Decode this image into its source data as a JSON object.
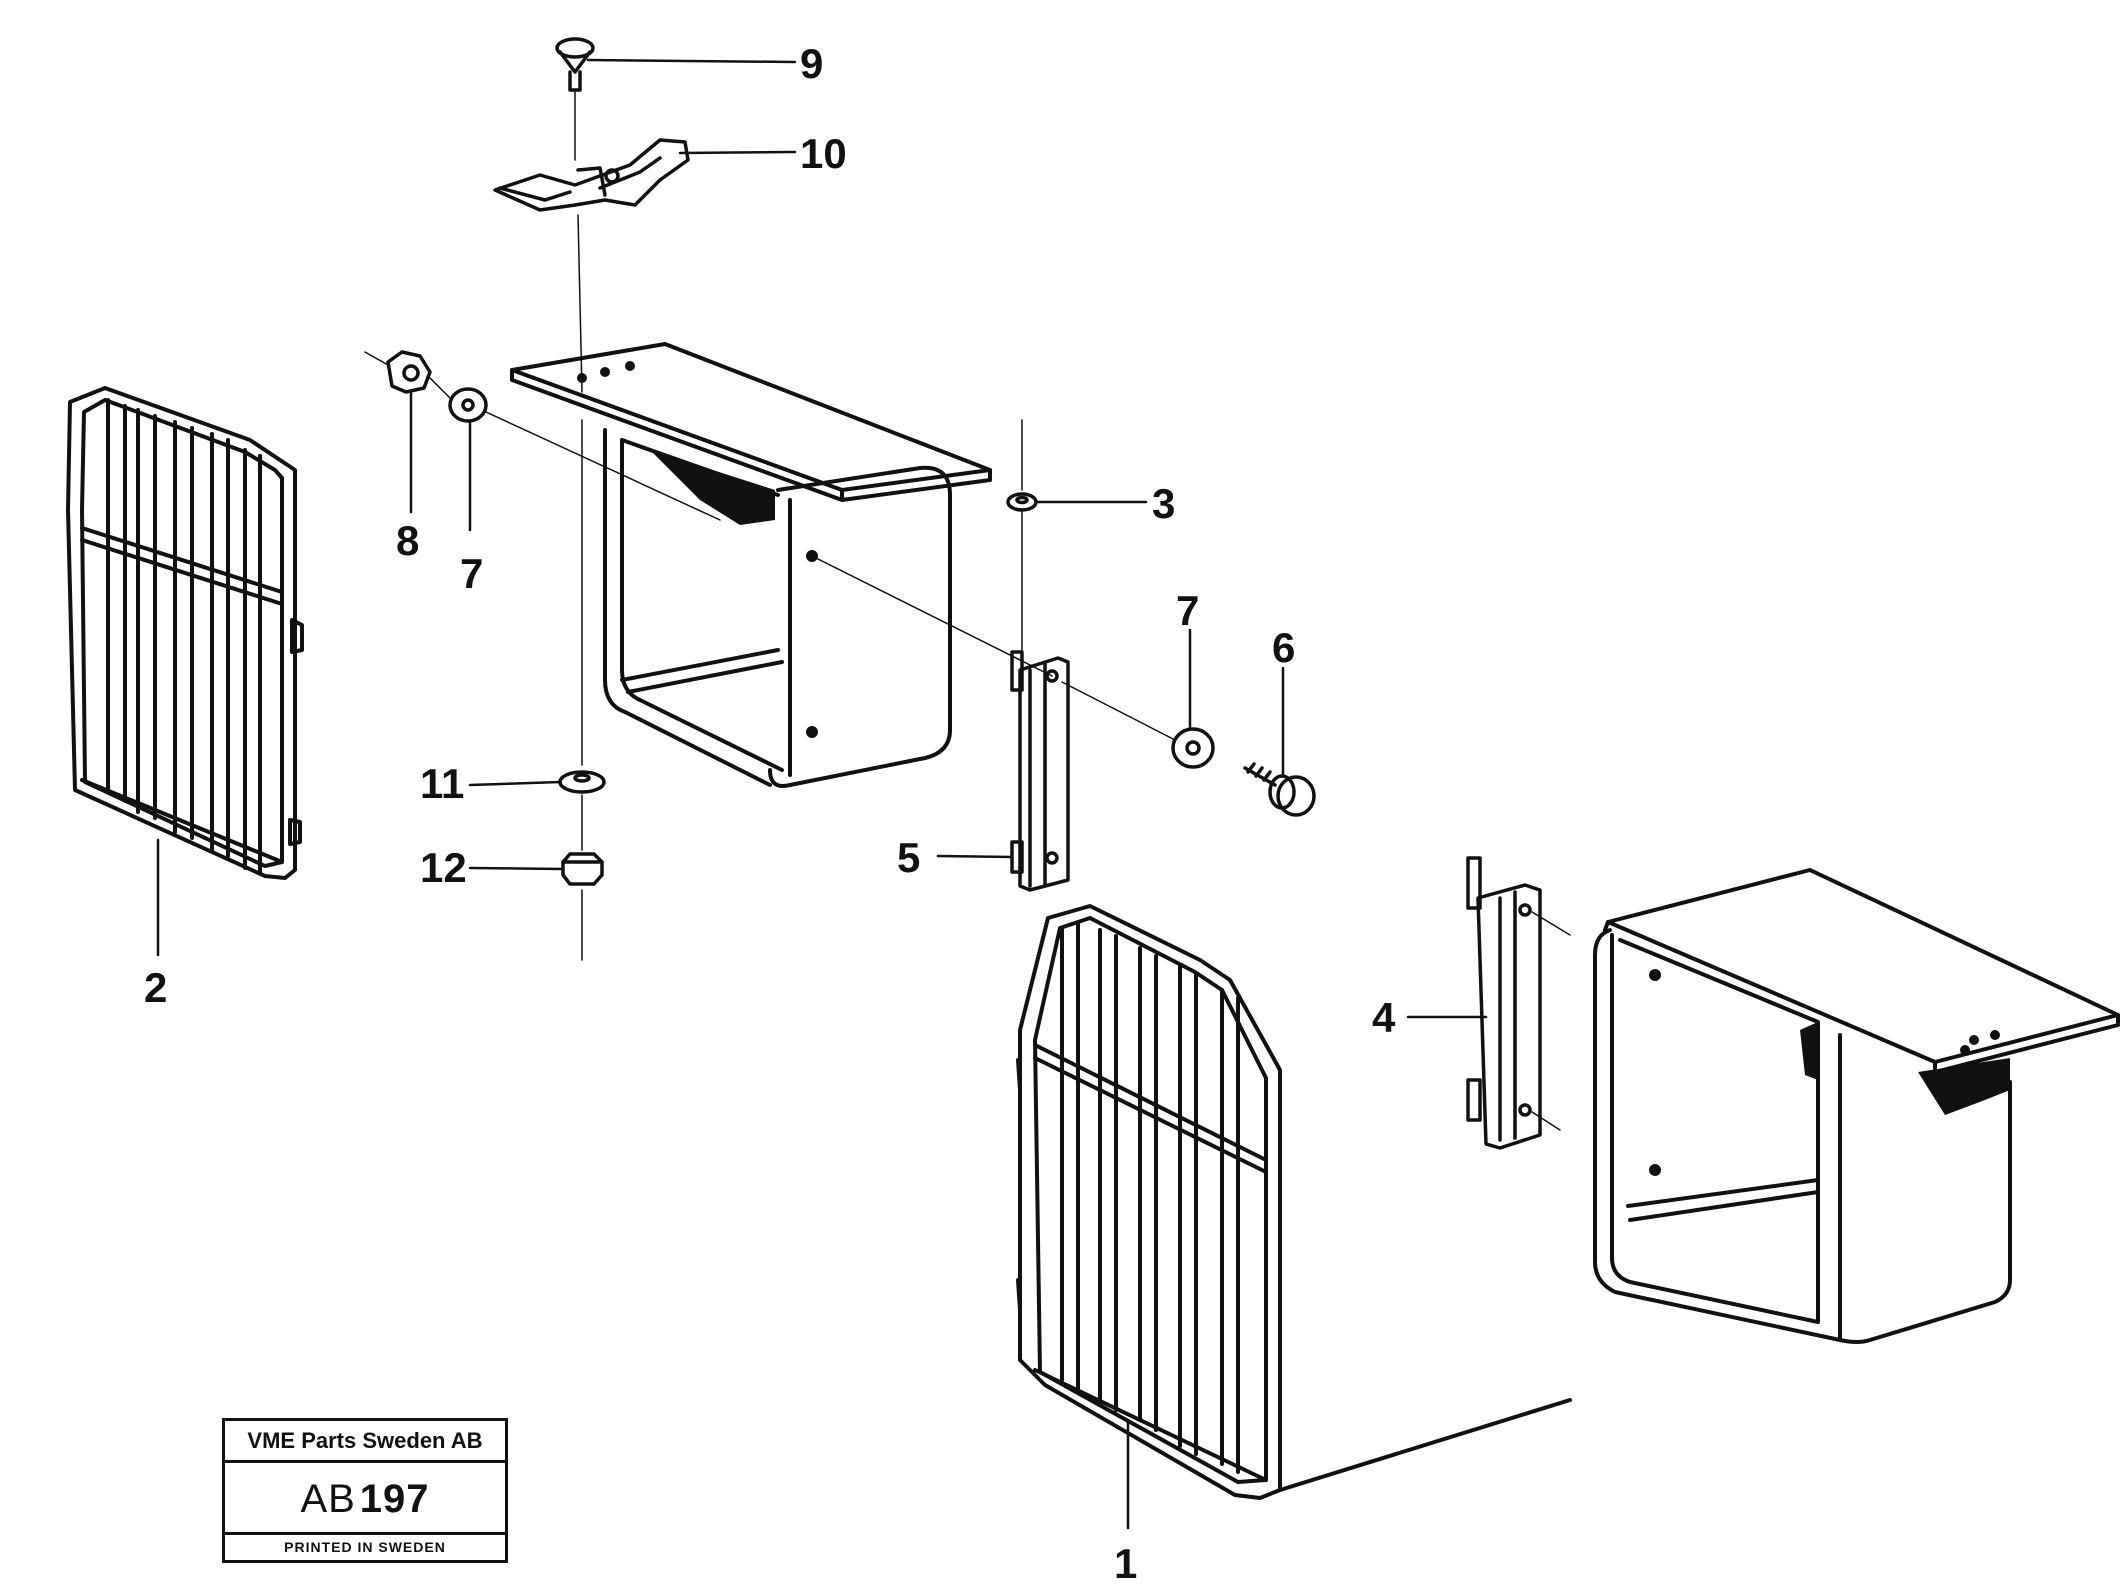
{
  "diagram": {
    "callouts": [
      {
        "id": "1",
        "label": "1"
      },
      {
        "id": "2",
        "label": "2"
      },
      {
        "id": "3",
        "label": "3"
      },
      {
        "id": "4",
        "label": "4"
      },
      {
        "id": "5",
        "label": "5"
      },
      {
        "id": "6",
        "label": "6"
      },
      {
        "id": "7a",
        "label": "7"
      },
      {
        "id": "7b",
        "label": "7"
      },
      {
        "id": "8",
        "label": "8"
      },
      {
        "id": "9",
        "label": "9"
      },
      {
        "id": "10",
        "label": "10"
      },
      {
        "id": "11",
        "label": "11"
      },
      {
        "id": "12",
        "label": "12"
      }
    ]
  },
  "stamp": {
    "company": "VME Parts Sweden AB",
    "code_prefix": "AB",
    "code_number": "197",
    "printed": "PRINTED IN SWEDEN"
  }
}
